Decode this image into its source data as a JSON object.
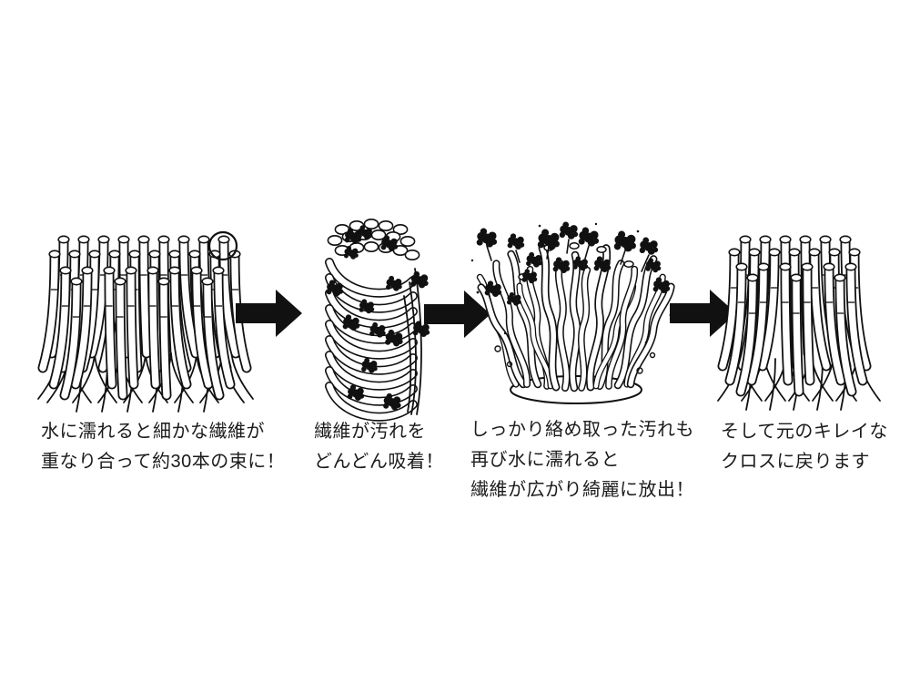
{
  "page": {
    "background": "#ffffff",
    "ink": "#111111"
  },
  "diagram": {
    "type": "process-flow",
    "direction": "left-to-right",
    "arrow_count": 3,
    "arrow_color": "#111111",
    "stages": [
      {
        "name": "fibers-bundle-when-wet",
        "illustration": "upright-fiber-bundle-with-tip-highlight-circle",
        "caption_lines": [
          "水に濡れると細かな繊維が",
          "重なり合って約30本の束に！"
        ]
      },
      {
        "name": "fibers-absorb-dirt",
        "illustration": "twisted-fiber-column-with-dirt-clumps",
        "caption_lines": [
          "繊維が汚れを",
          "どんどん吸着！"
        ]
      },
      {
        "name": "fibers-release-dirt",
        "illustration": "spread-wavy-fibers-releasing-dirt-clumps",
        "caption_lines": [
          "しっかり絡め取った汚れも",
          "再び水に濡れると",
          "繊維が広がり綺麗に放出！"
        ]
      },
      {
        "name": "cloth-returns-clean",
        "illustration": "clean-upright-fiber-bundle",
        "caption_lines": [
          "そして元のキレイな",
          "クロスに戻ります"
        ]
      }
    ]
  }
}
